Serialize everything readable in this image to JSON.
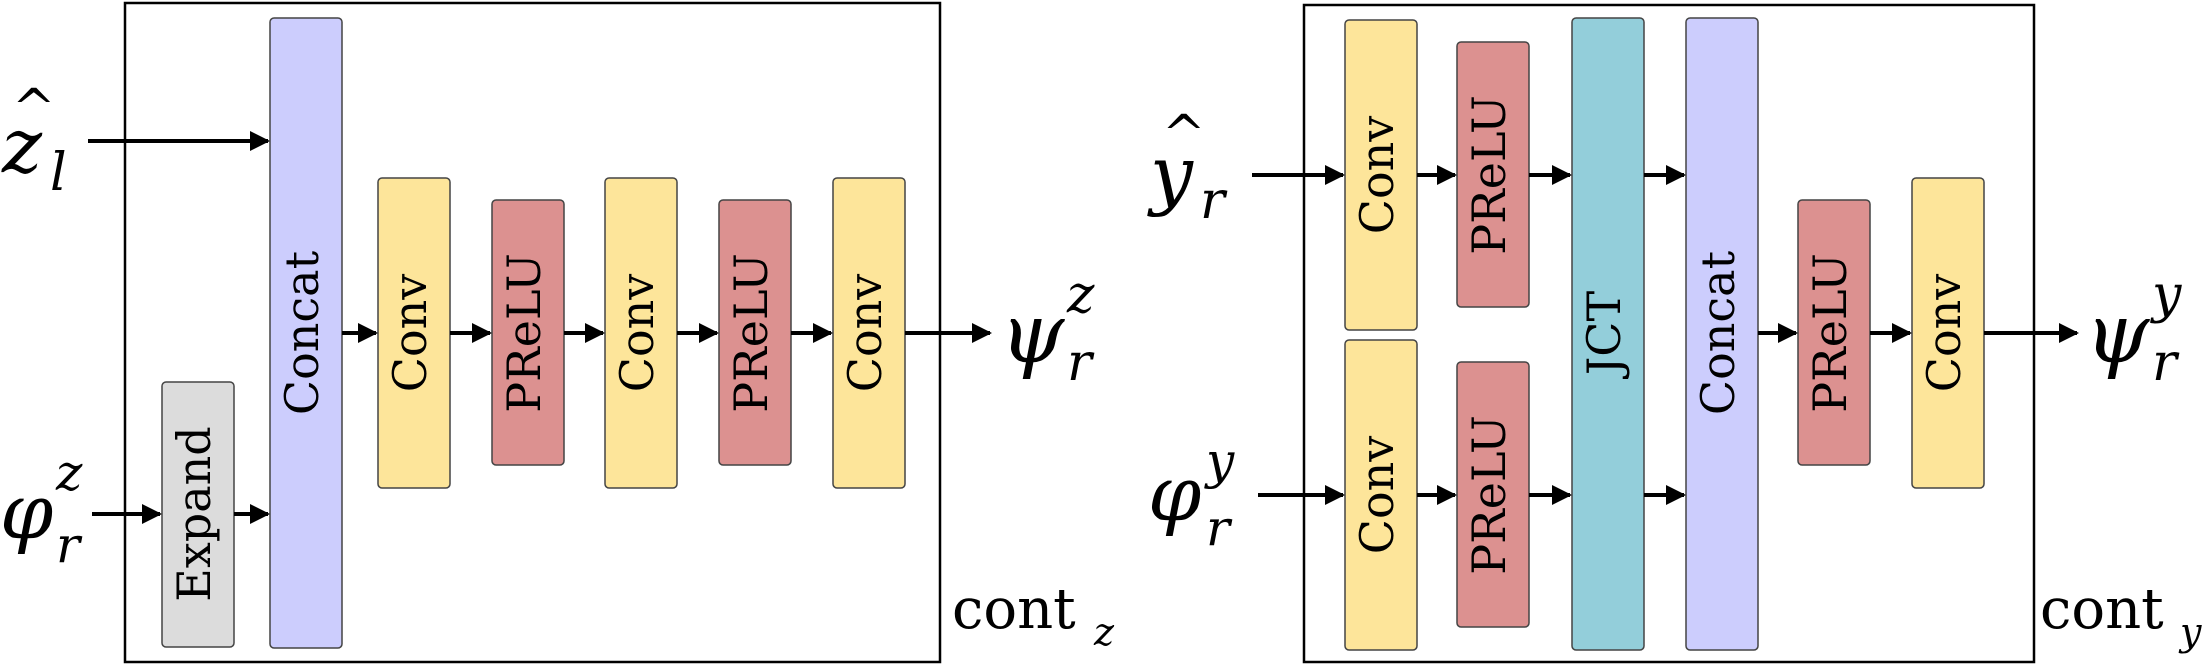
{
  "colors": {
    "conv": "#fde59a",
    "prelu": "#dc9190",
    "concat": "#cccdfd",
    "expand": "#dcdcdc",
    "jct": "#93ceda",
    "frame": "#000000",
    "arrow": "#000000"
  },
  "left_module": {
    "name": "cont",
    "subscript": "z",
    "blocks": {
      "expand": "Expand",
      "concat": "Concat",
      "conv1": "Conv",
      "prelu1": "PReLU",
      "conv2": "Conv",
      "prelu2": "PReLU",
      "conv3": "Conv"
    },
    "inputs": {
      "z_hat": {
        "base": "z",
        "sub": "l"
      },
      "phi": {
        "base": "φ",
        "sup": "z",
        "sub": "r"
      }
    },
    "output": {
      "base": "ψ",
      "sup": "z",
      "sub": "r"
    }
  },
  "right_module": {
    "name": "cont",
    "subscript": "y",
    "blocks": {
      "conv_top": "Conv",
      "prelu_top": "PReLU",
      "conv_bot": "Conv",
      "prelu_bot": "PReLU",
      "jct": "JCT",
      "concat": "Concat",
      "prelu_out": "PReLU",
      "conv_out": "Conv"
    },
    "inputs": {
      "y_hat": {
        "base": "y",
        "sub": "r"
      },
      "phi": {
        "base": "φ",
        "sup": "y",
        "sub": "r"
      }
    },
    "output": {
      "base": "ψ",
      "sup": "y",
      "sub": "r"
    }
  }
}
